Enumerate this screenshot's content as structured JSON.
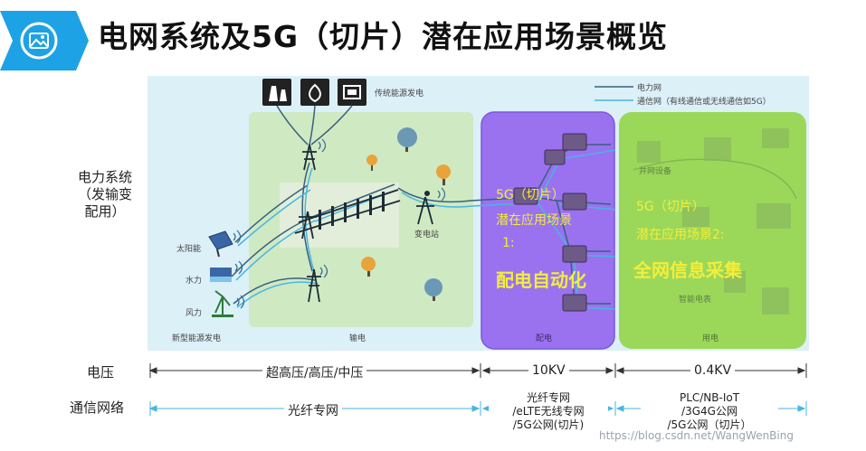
{
  "title": "电网系统及5G（切片）潜在应用场景概览",
  "colors": {
    "header_blue": "#1ea2e6",
    "diagram_bg": "#dcf0f8",
    "transmission_green": "#cfe9c3",
    "distribution_purple": "#9a72f0",
    "consumption_green": "#9bd85a",
    "highlight_yellow": "#f3ee3a",
    "power_line": "#39607a",
    "comm_line": "#47b6e0"
  },
  "icons": {
    "header": "image-icon",
    "traditional": [
      "power-plant-icon",
      "flame-icon",
      "battery-icon"
    ],
    "renewable": [
      "solar-panel-icon",
      "hydro-icon",
      "wind-turbine-icon"
    ]
  },
  "row_labels": {
    "power_system": "电力系统\n（发输变\n配用）",
    "voltage": "电压",
    "comm_network": "通信网络"
  },
  "legend": {
    "power_line": "电力网",
    "comm_line": "通信网（有线通信或无线通信如5G）"
  },
  "labels": {
    "traditional_generation": "传统能源发电",
    "solar": "太阳能",
    "hydro": "水力",
    "wind": "风力",
    "new_energy_generation": "新型能源发电",
    "transmission": "输电",
    "substation": "变电站",
    "distribution": "配电",
    "consumption": "用电",
    "grid_equipment": "并网设备",
    "smart_meter": "智能电表"
  },
  "scenarios": {
    "scenario1_line1": "5G（切片）",
    "scenario1_line2": "潜在应用场景",
    "scenario1_line3": "1:",
    "scenario1_name": "配电自动化",
    "scenario2_line1": "5G（切片）",
    "scenario2_line2": "潜在应用场景2:",
    "scenario2_name": "全网信息采集"
  },
  "voltage": {
    "seg1": "超高压/高压/中压",
    "seg2": "10KV",
    "seg3": "0.4KV"
  },
  "network": {
    "seg1": "光纤专网",
    "seg2": "光纤专网\n/eLTE无线专网\n/5G公网(切片)",
    "seg3": "PLC/NB-IoT\n/3G4G公网\n/5G公网（切片）"
  },
  "watermark": "https://blog.csdn.net/WangWenBing"
}
